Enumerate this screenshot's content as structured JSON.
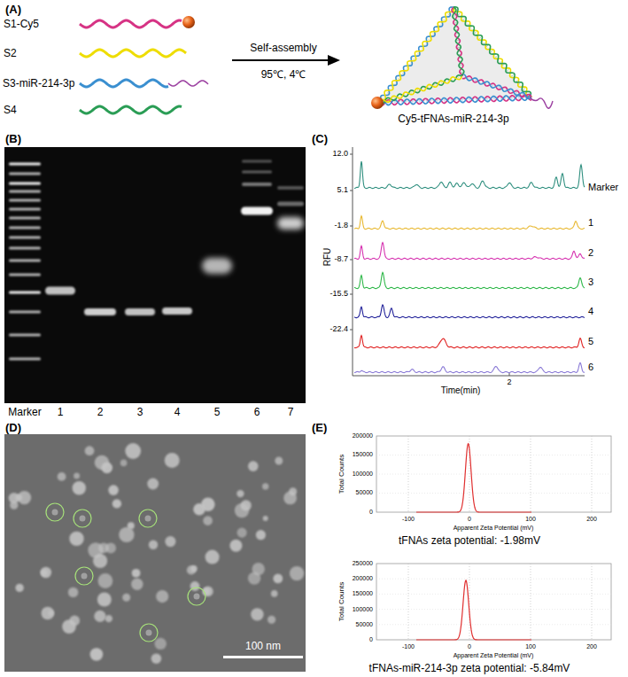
{
  "diagram": {
    "labels": [
      "(A)",
      "S1-Cy5",
      "S2",
      "S3-miR-214-3p",
      "S4",
      "Self-assembly",
      "95℃, 4℃",
      "Cy5-tFNAs-miR-214-3p",
      "(B)",
      "Marker",
      "1",
      "2",
      "3",
      "4",
      "5",
      "6",
      "7",
      "(C)",
      "12.0",
      "5.1",
      "-1.8",
      "-8.7",
      "-15.5",
      "-22.4",
      "RFU",
      "Marker",
      "1",
      "2",
      "3",
      "4",
      "5",
      "6",
      "Time(min)",
      "2",
      "(D)",
      "100 nm",
      "(E)",
      "200000",
      "150000",
      "100000",
      "50000",
      "0",
      "Total Counts",
      "-100",
      "0",
      "100",
      "200",
      "Apparent Zeta Potential (mV)",
      "tFNAs zeta potential: -1.98mV",
      "250000",
      "200000",
      "150000",
      "100000",
      "50000",
      "0",
      "Total Counts",
      "-100",
      "0",
      "100",
      "200",
      "Apparent Zeta Potential (mV)",
      "tFNAs-miR-214-3p zeta potential: -5.84mV"
    ]
  }
}
